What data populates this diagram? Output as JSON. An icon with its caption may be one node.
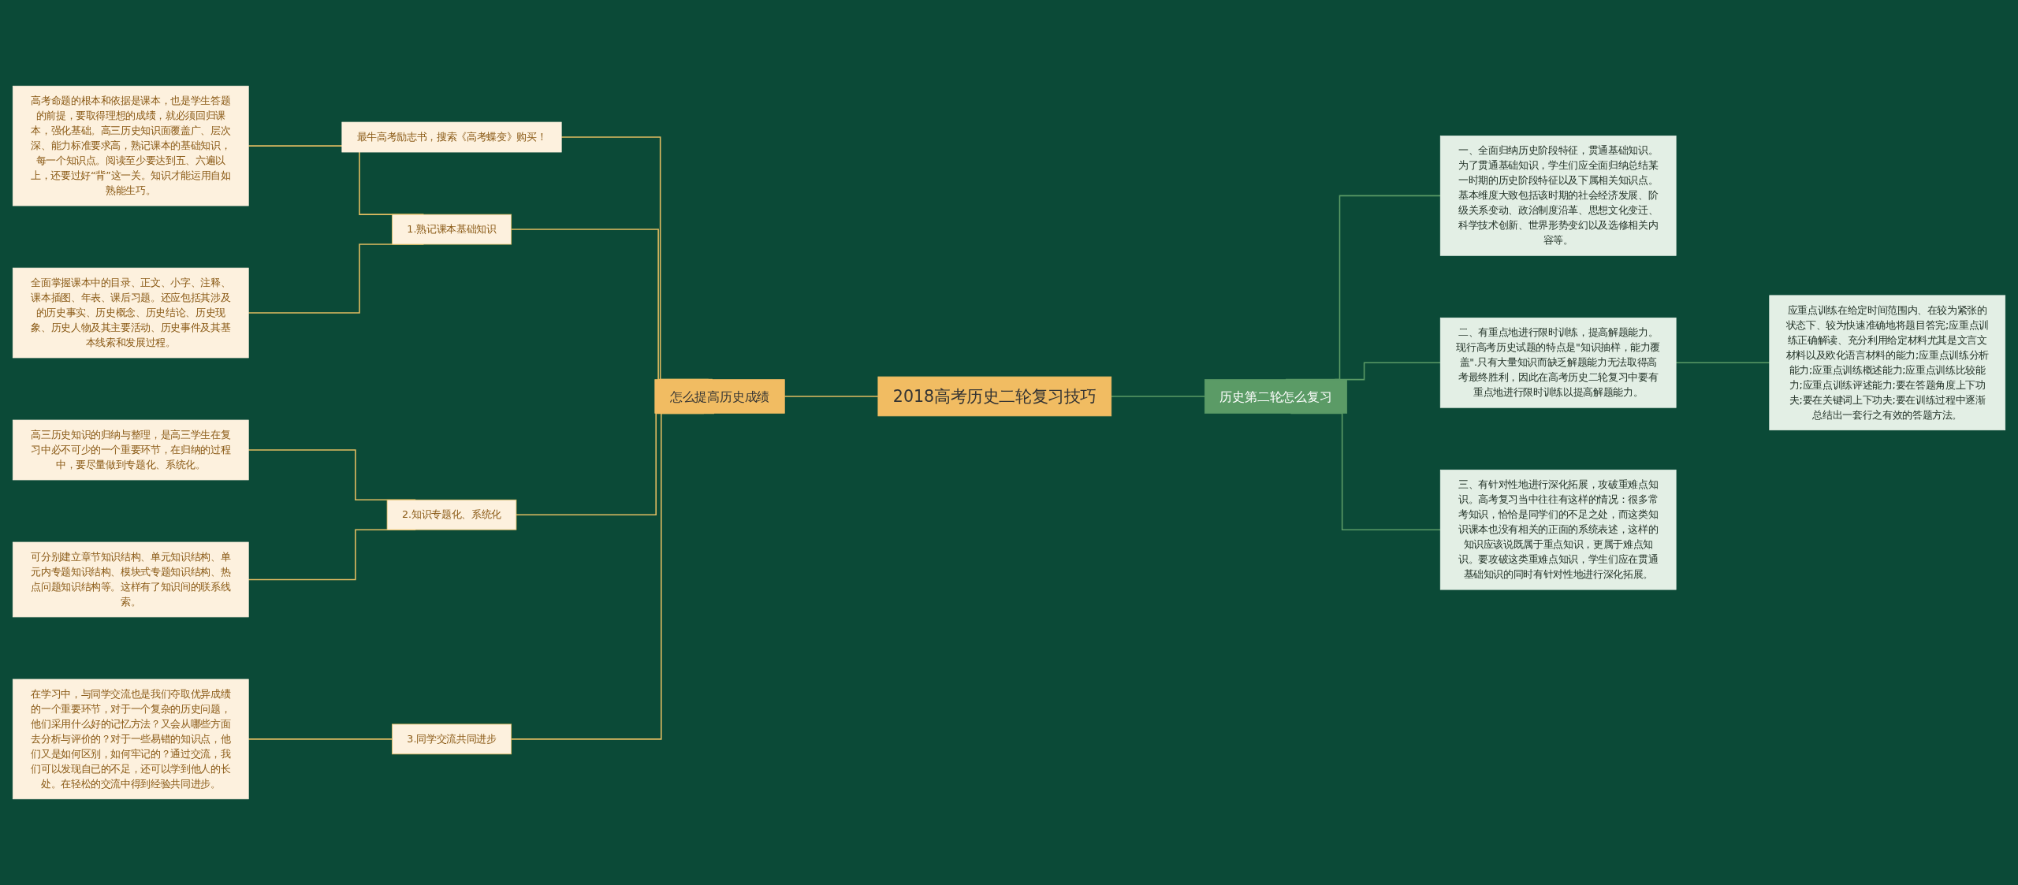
{
  "diagram": {
    "nodes": [
      {
        "text": [
          "2018高考历史二轮复习技巧"
        ]
      },
      {
        "text": [
          "怎么提高历史成绩"
        ]
      },
      {
        "text": [
          "最牛高考励志书，搜索《高考蝶变》购买！"
        ]
      },
      {
        "text": [
          "1.熟记课本基础知识"
        ]
      },
      {
        "text": [
          "高考命题的根本和依据是课本，也是学生答题的前提，要取得理想的成绩，就必须回归课本，强化基础。高三历史知识面覆盖广、层次深、能力标准要求高，熟记课本的基础知识，每一个知识点。阅读至少要达到五、六遍以上，还要过好“背”这一关。知识才能运用自如熟能生巧。"
        ]
      },
      {
        "text": [
          "全面掌握课本中的目录、正文、小字、注释、课本插图、年表、课后习题。还应包括其涉及的历史事实、历史概念、历史结论、历史现象、历史人物及其主要活动、历史事件及其基本线索和发展过程。"
        ]
      },
      {
        "text": [
          "2.知识专题化、系统化"
        ]
      },
      {
        "text": [
          "高三历史知识的归纳与整理，是高三学生在复习中必不可少的一个重要环节，在归纳的过程中，要尽量做到专题化、系统化。"
        ]
      },
      {
        "text": [
          "可分别建立章节知识结构、单元知识结构、单元内专题知识结构、模块式专题知识结构、热点问题知识结构等。这样有了知识间的联系线索。"
        ]
      },
      {
        "text": [
          "3.同学交流共同进步"
        ]
      },
      {
        "text": [
          "在学习中，与同学交流也是我们夺取优异成绩的一个重要环节，对于一个复杂的历史问题，他们采用什么好的记忆方法？又会从哪些方面去分析与评价的？对于一些易错的知识点，他们又是如何区别，如何牢记的？通过交流，我们可以发现自已的不足，还可以学到他人的长处。在轻松的交流中得到经验共同进步。"
        ]
      },
      {
        "text": [
          "历史第二轮怎么复习"
        ]
      },
      {
        "text": [
          "一、全面归纳历史阶段特征，贯通基础知识。为了贯通基础知识，学生们应全面归纳总结某一时期的历史阶段特征以及下属相关知识点。基本维度大致包括该时期的社会经济发展、阶级关系变动、政治制度沿革、思想文化变迁、科学技术创新、世界形势变幻以及选修相关内容等。"
        ]
      },
      {
        "text": [
          "二、有重点地进行限时训练，提高解题能力。现行高考历史试题的特点是\"知识抽样，能力覆盖\".只有大量知识而缺乏解题能力无法取得高考最终胜利，因此在高考历史二轮复习中要有重点地进行限时训练以提高解题能力。"
        ]
      },
      {
        "text": [
          "应重点训练在给定时间范围内、在较为紧张的状态下、较为快速准确地将题目答完;应重点训练正确解读、充分利用给定材料尤其是文言文材料以及欧化语言材料的能力;应重点训练分析能力;应重点训练概述能力;应重点训练比较能力;应重点训练评述能力;要在答题角度上下功夫;要在关键词上下功夫;要在训练过程中逐渐总结出一套行之有效的答题方法。"
        ]
      },
      {
        "text": [
          "三、有针对性地进行深化拓展，攻破重难点知识。高考复习当中往往有这样的情况：很多常考知识，恰恰是同学们的不足之处，而这类知识课本也没有相关的正面的系统表述，这样的知识应该说既属于重点知识，更属于难点知识。要攻破这类重难点知识，学生们应在贯通基础知识的同时有针对性地进行深化拓展。"
        ]
      }
    ],
    "edges": [
      {
        "from": 1,
        "to": 0,
        "arrow": "none"
      },
      {
        "from": 2,
        "to": 1,
        "arrow": "none"
      },
      {
        "from": 3,
        "to": 1,
        "arrow": "none"
      },
      {
        "from": 4,
        "to": 3,
        "arrow": "none"
      },
      {
        "from": 5,
        "to": 3,
        "arrow": "none"
      },
      {
        "from": 6,
        "to": 1,
        "arrow": "none"
      },
      {
        "from": 7,
        "to": 6,
        "arrow": "none"
      },
      {
        "from": 8,
        "to": 6,
        "arrow": "none"
      },
      {
        "from": 9,
        "to": 1,
        "arrow": "none"
      },
      {
        "from": 10,
        "to": 9,
        "arrow": "none"
      },
      {
        "from": 0,
        "to": 11,
        "arrow": "none",
        "color": "#5b9b66"
      },
      {
        "from": 11,
        "to": 12,
        "arrow": "none",
        "color": "#5b9b66"
      },
      {
        "from": 11,
        "to": 13,
        "arrow": "none",
        "color": "#5b9b66"
      },
      {
        "from": 13,
        "to": 14,
        "arrow": "none",
        "color": "#5b9b66"
      },
      {
        "from": 11,
        "to": 15,
        "arrow": "none",
        "color": "#5b9b66"
      }
    ]
  }
}
